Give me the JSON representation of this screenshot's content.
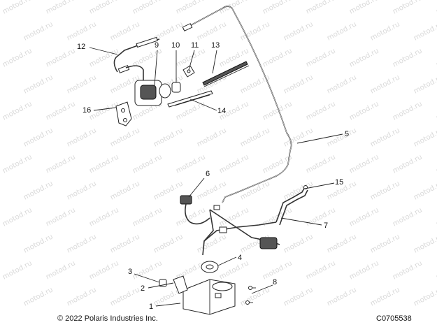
{
  "copyright": "© 2022 Polaris Industries Inc.",
  "figure_code": "C0705538",
  "watermark": "motod.ru",
  "callouts": [
    {
      "id": "1",
      "label": "1"
    },
    {
      "id": "2",
      "label": "2"
    },
    {
      "id": "3",
      "label": "3"
    },
    {
      "id": "4",
      "label": "4"
    },
    {
      "id": "5",
      "label": "5"
    },
    {
      "id": "6",
      "label": "6"
    },
    {
      "id": "7",
      "label": "7"
    },
    {
      "id": "8",
      "label": "8"
    },
    {
      "id": "9",
      "label": "9"
    },
    {
      "id": "10",
      "label": "10"
    },
    {
      "id": "11",
      "label": "11"
    },
    {
      "id": "12",
      "label": "12"
    },
    {
      "id": "13",
      "label": "13"
    },
    {
      "id": "14",
      "label": "14"
    },
    {
      "id": "15",
      "label": "15"
    },
    {
      "id": "16",
      "label": "16"
    }
  ]
}
